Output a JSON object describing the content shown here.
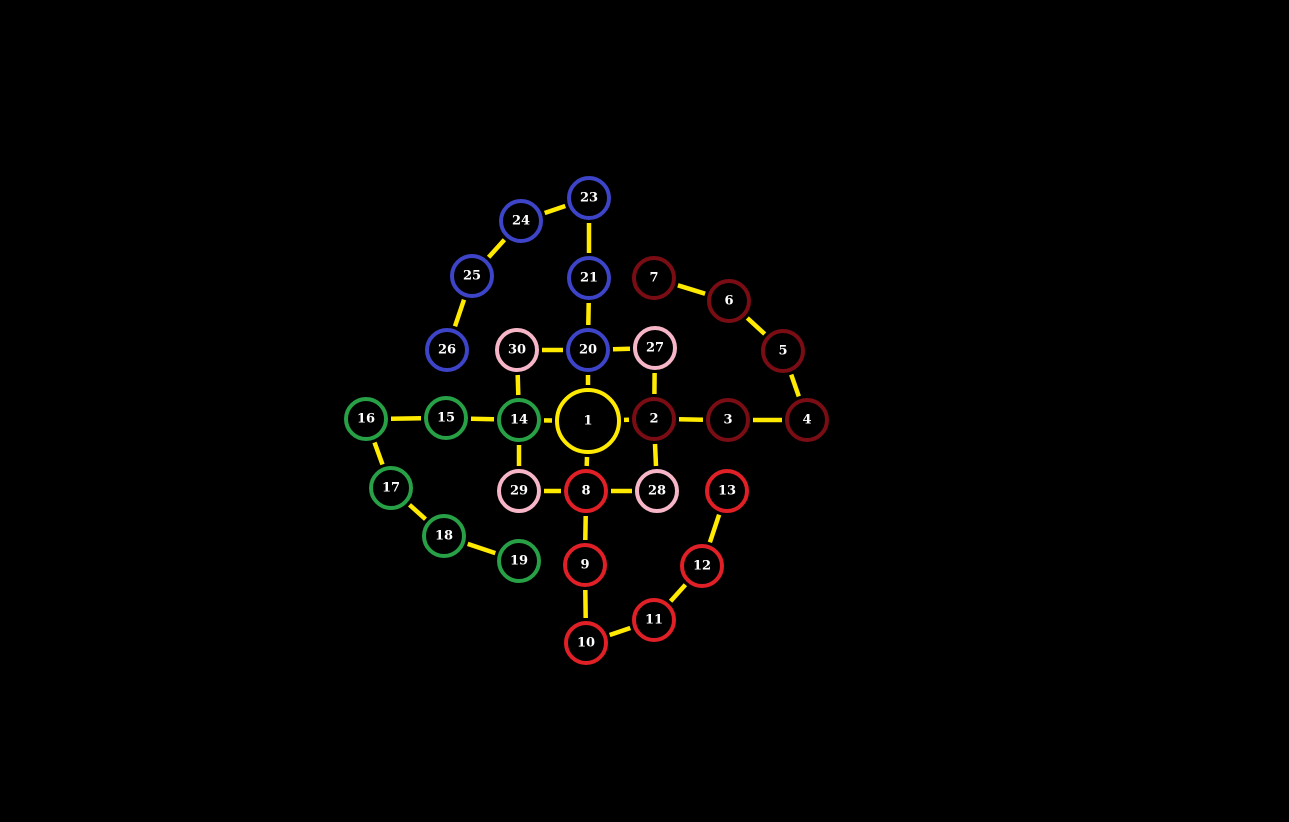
{
  "colors": {
    "background": "#000000",
    "edge": "#ffea00",
    "center": "#ffea00",
    "blue": "#3d44c8",
    "darkred": "#7a0c14",
    "red": "#e01f26",
    "green": "#27a046",
    "pink": "#f7b6c8",
    "label": "#ffffff"
  },
  "nodes": [
    {
      "id": "1",
      "label": "1",
      "group": "center"
    },
    {
      "id": "2",
      "label": "2",
      "group": "darkred"
    },
    {
      "id": "3",
      "label": "3",
      "group": "darkred"
    },
    {
      "id": "4",
      "label": "4",
      "group": "darkred"
    },
    {
      "id": "5",
      "label": "5",
      "group": "darkred"
    },
    {
      "id": "6",
      "label": "6",
      "group": "darkred"
    },
    {
      "id": "7",
      "label": "7",
      "group": "darkred"
    },
    {
      "id": "8",
      "label": "8",
      "group": "red"
    },
    {
      "id": "9",
      "label": "9",
      "group": "red"
    },
    {
      "id": "10",
      "label": "10",
      "group": "red"
    },
    {
      "id": "11",
      "label": "11",
      "group": "red"
    },
    {
      "id": "12",
      "label": "12",
      "group": "red"
    },
    {
      "id": "13",
      "label": "13",
      "group": "red"
    },
    {
      "id": "14",
      "label": "14",
      "group": "green"
    },
    {
      "id": "15",
      "label": "15",
      "group": "green"
    },
    {
      "id": "16",
      "label": "16",
      "group": "green"
    },
    {
      "id": "17",
      "label": "17",
      "group": "green"
    },
    {
      "id": "18",
      "label": "18",
      "group": "green"
    },
    {
      "id": "19",
      "label": "19",
      "group": "green"
    },
    {
      "id": "20",
      "label": "20",
      "group": "blue"
    },
    {
      "id": "21",
      "label": "21",
      "group": "blue"
    },
    {
      "id": "23",
      "label": "23",
      "group": "blue"
    },
    {
      "id": "24",
      "label": "24",
      "group": "blue"
    },
    {
      "id": "25",
      "label": "25",
      "group": "blue"
    },
    {
      "id": "26",
      "label": "26",
      "group": "blue"
    },
    {
      "id": "27",
      "label": "27",
      "group": "pink"
    },
    {
      "id": "28",
      "label": "28",
      "group": "pink"
    },
    {
      "id": "29",
      "label": "29",
      "group": "pink"
    },
    {
      "id": "30",
      "label": "30",
      "group": "pink"
    }
  ],
  "edges": [
    [
      "1",
      "2"
    ],
    [
      "1",
      "14"
    ],
    [
      "1",
      "20"
    ],
    [
      "1",
      "8"
    ],
    [
      "2",
      "3"
    ],
    [
      "3",
      "4"
    ],
    [
      "4",
      "5"
    ],
    [
      "5",
      "6"
    ],
    [
      "6",
      "7"
    ],
    [
      "2",
      "27"
    ],
    [
      "2",
      "28"
    ],
    [
      "8",
      "9"
    ],
    [
      "9",
      "10"
    ],
    [
      "10",
      "11"
    ],
    [
      "11",
      "12"
    ],
    [
      "12",
      "13"
    ],
    [
      "8",
      "28"
    ],
    [
      "8",
      "29"
    ],
    [
      "14",
      "15"
    ],
    [
      "15",
      "16"
    ],
    [
      "16",
      "17"
    ],
    [
      "17",
      "18"
    ],
    [
      "18",
      "19"
    ],
    [
      "14",
      "29"
    ],
    [
      "14",
      "30"
    ],
    [
      "20",
      "21"
    ],
    [
      "21",
      "23"
    ],
    [
      "23",
      "24"
    ],
    [
      "24",
      "25"
    ],
    [
      "25",
      "26"
    ],
    [
      "20",
      "27"
    ],
    [
      "20",
      "30"
    ]
  ]
}
